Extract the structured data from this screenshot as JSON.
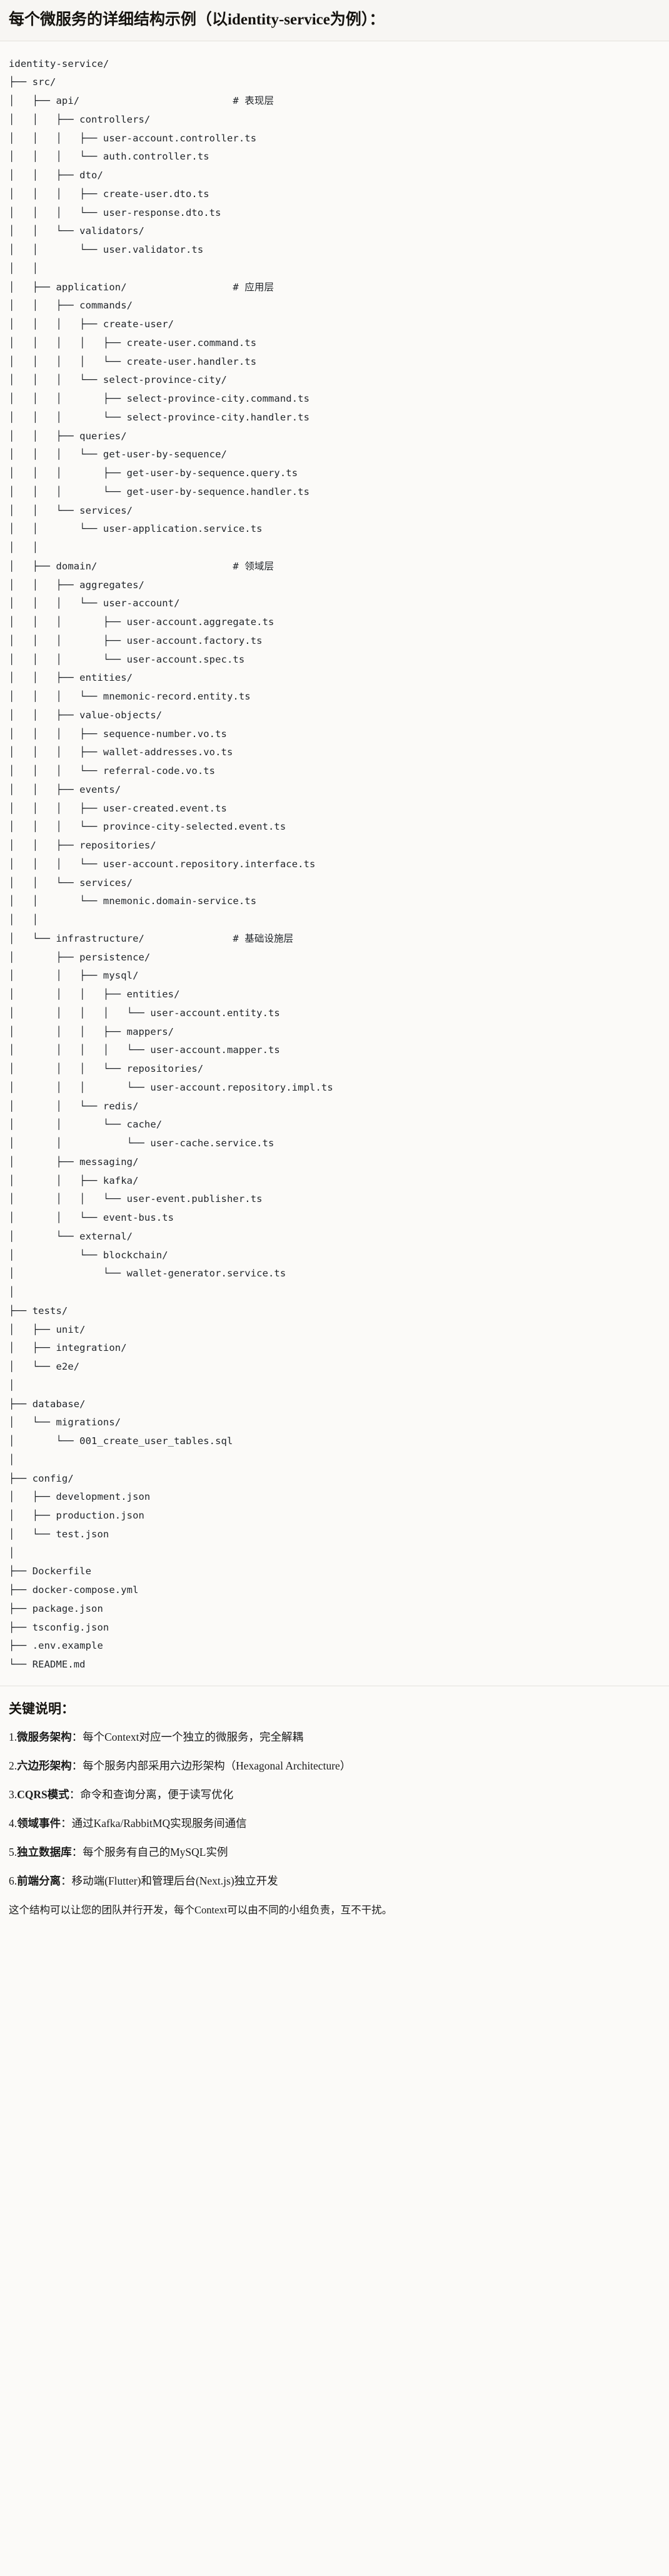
{
  "header": {
    "title": "每个微服务的详细结构示例（以identity-service为例）："
  },
  "tree": {
    "root": "identity-service/",
    "text": "identity-service/\n├── src/\n│   ├── api/                          # 表现层\n│   │   ├── controllers/\n│   │   │   ├── user-account.controller.ts\n│   │   │   └── auth.controller.ts\n│   │   ├── dto/\n│   │   │   ├── create-user.dto.ts\n│   │   │   └── user-response.dto.ts\n│   │   └── validators/\n│   │       └── user.validator.ts\n│   │\n│   ├── application/                  # 应用层\n│   │   ├── commands/\n│   │   │   ├── create-user/\n│   │   │   │   ├── create-user.command.ts\n│   │   │   │   └── create-user.handler.ts\n│   │   │   └── select-province-city/\n│   │   │       ├── select-province-city.command.ts\n│   │   │       └── select-province-city.handler.ts\n│   │   ├── queries/\n│   │   │   └── get-user-by-sequence/\n│   │   │       ├── get-user-by-sequence.query.ts\n│   │   │       └── get-user-by-sequence.handler.ts\n│   │   └── services/\n│   │       └── user-application.service.ts\n│   │\n│   ├── domain/                       # 领域层\n│   │   ├── aggregates/\n│   │   │   └── user-account/\n│   │   │       ├── user-account.aggregate.ts\n│   │   │       ├── user-account.factory.ts\n│   │   │       └── user-account.spec.ts\n│   │   ├── entities/\n│   │   │   └── mnemonic-record.entity.ts\n│   │   ├── value-objects/\n│   │   │   ├── sequence-number.vo.ts\n│   │   │   ├── wallet-addresses.vo.ts\n│   │   │   └── referral-code.vo.ts\n│   │   ├── events/\n│   │   │   ├── user-created.event.ts\n│   │   │   └── province-city-selected.event.ts\n│   │   ├── repositories/\n│   │   │   └── user-account.repository.interface.ts\n│   │   └── services/\n│   │       └── mnemonic.domain-service.ts\n│   │\n│   └── infrastructure/               # 基础设施层\n│       ├── persistence/\n│       │   ├── mysql/\n│       │   │   ├── entities/\n│       │   │   │   └── user-account.entity.ts\n│       │   │   ├── mappers/\n│       │   │   │   └── user-account.mapper.ts\n│       │   │   └── repositories/\n│       │   │       └── user-account.repository.impl.ts\n│       │   └── redis/\n│       │       └── cache/\n│       │           └── user-cache.service.ts\n│       ├── messaging/\n│       │   ├── kafka/\n│       │   │   └── user-event.publisher.ts\n│       │   └── event-bus.ts\n│       └── external/\n│           └── blockchain/\n│               └── wallet-generator.service.ts\n│\n├── tests/\n│   ├── unit/\n│   ├── integration/\n│   └── e2e/\n│\n├── database/\n│   └── migrations/\n│       └── 001_create_user_tables.sql\n│\n├── config/\n│   ├── development.json\n│   ├── production.json\n│   └── test.json\n│\n├── Dockerfile\n├── docker-compose.yml\n├── package.json\n├── tsconfig.json\n├── .env.example\n└── README.md",
    "layer_comments": [
      "# 表现层",
      "# 应用层",
      "# 领域层",
      "# 基础设施层"
    ]
  },
  "notes": {
    "heading": "关键说明：",
    "items": [
      {
        "num": "1.",
        "term": "微服务架构",
        "sep": "：",
        "desc": "每个Context对应一个独立的微服务，完全解耦"
      },
      {
        "num": "2.",
        "term": "六边形架构",
        "sep": "：",
        "desc": "每个服务内部采用六边形架构（Hexagonal Architecture）"
      },
      {
        "num": "3.",
        "term": "CQRS模式",
        "sep": "：",
        "desc": "命令和查询分离，便于读写优化"
      },
      {
        "num": "4.",
        "term": "领域事件",
        "sep": "：",
        "desc": "通过Kafka/RabbitMQ实现服务间通信"
      },
      {
        "num": "5.",
        "term": "独立数据库",
        "sep": "：",
        "desc": "每个服务有自己的MySQL实例"
      },
      {
        "num": "6.",
        "term": "前端分离",
        "sep": "：",
        "desc": "移动端(Flutter)和管理后台(Next.js)独立开发"
      }
    ],
    "closing": "这个结构可以让您的团队并行开发，每个Context可以由不同的小组负责，互不干扰。"
  },
  "colors": {
    "page_background": "#fbfaf8",
    "header_background": "#f7f6f3",
    "divider": "#e3e1dc",
    "text": "#1a1a1a",
    "code_text": "#1f2328"
  }
}
